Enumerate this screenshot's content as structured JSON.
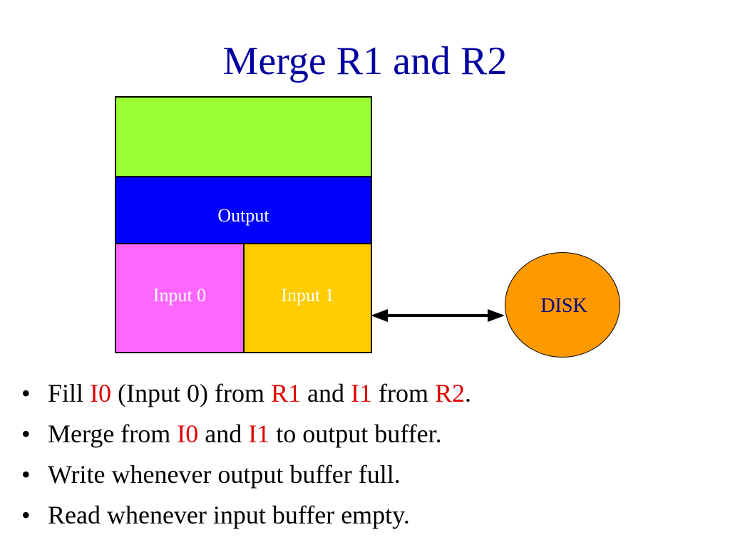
{
  "slide": {
    "title": "Merge R1 and R2"
  },
  "diagram": {
    "output_label": "Output",
    "input0_label": "Input 0",
    "input1_label": "Input 1",
    "disk_label": "DISK",
    "colors": {
      "top_block": "#99ff33",
      "output_block": "#0000ff",
      "input0_block": "#ff66ff",
      "input1_block": "#ffcc00",
      "disk": "#ff9900",
      "title": "#0000a0",
      "highlight": "#e00000"
    }
  },
  "bullets": {
    "b1": {
      "p1": "Fill ",
      "i0": "I0",
      "p2": " (Input 0) from ",
      "r1": "R1",
      "p3": " and ",
      "i1": "I1",
      "p4": " from ",
      "r2": "R2",
      "p5": "."
    },
    "b2": {
      "p1": "Merge from ",
      "i0": "I0",
      "p2": " and ",
      "i1": "I1",
      "p3": " to output buffer."
    },
    "b3": {
      "text": "Write whenever output buffer full."
    },
    "b4": {
      "text": "Read whenever input buffer empty."
    },
    "marker": "•"
  }
}
